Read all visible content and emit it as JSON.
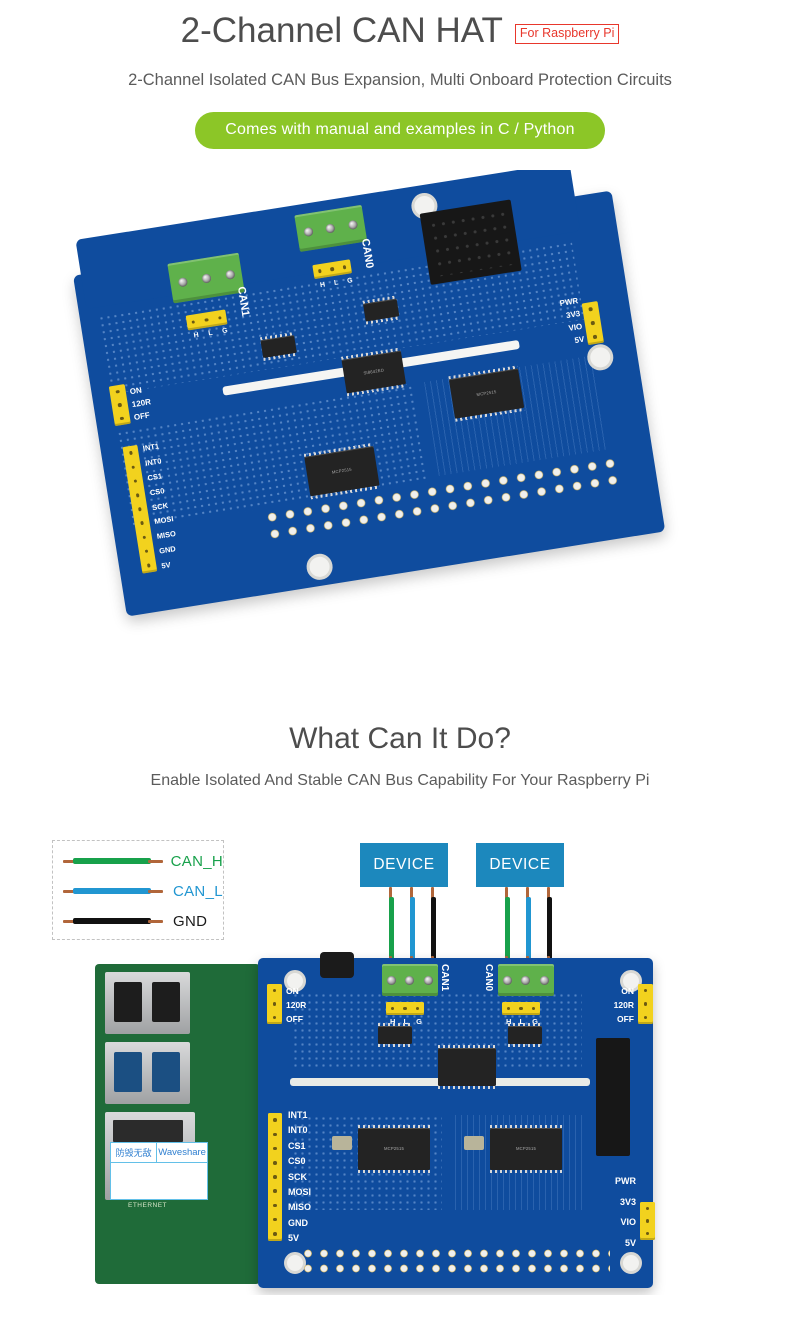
{
  "hero": {
    "title": "2-Channel CAN HAT",
    "badge": "For Raspberry Pi",
    "subtitle": "2-Channel Isolated CAN Bus Expansion, Multi Onboard Protection Circuits",
    "pill": "Comes with manual and examples in C / Python"
  },
  "section2": {
    "heading": "What Can It Do?",
    "subheading": "Enable Isolated And Stable CAN Bus Capability For Your Raspberry Pi"
  },
  "legend": {
    "items": [
      {
        "label": "CAN_H",
        "color": "#18a14b"
      },
      {
        "label": "CAN_L",
        "color": "#2196d1"
      },
      {
        "label": "GND",
        "color": "#111111"
      }
    ]
  },
  "devices": [
    {
      "label": "DEVICE"
    },
    {
      "label": "DEVICE"
    }
  ],
  "board_top": {
    "terminal_labels": [
      "CAN1",
      "CAN0"
    ],
    "pin_row_labels": [
      "H",
      "L",
      "G"
    ],
    "left_pins": [
      "INT1",
      "INT0",
      "CS1",
      "CS0",
      "SCK",
      "MOSI",
      "MISO",
      "GND",
      "5V"
    ],
    "jumper_left": [
      "ON",
      "120R",
      "OFF"
    ],
    "power_pins": [
      "PWR",
      "3V3",
      "VIO",
      "5V"
    ],
    "chips": [
      "SI8642ED",
      "MCP2515",
      "MCP2515"
    ]
  },
  "board_bottom": {
    "terminal_labels": [
      "CAN1",
      "CAN0"
    ],
    "pin_row_labels": [
      "H",
      "L",
      "G"
    ],
    "left_pins": [
      "INT1",
      "INT0",
      "CS1",
      "CS0",
      "SCK",
      "MOSI",
      "MISO",
      "GND",
      "5V"
    ],
    "jumper_left": [
      "ON",
      "120R",
      "OFF"
    ],
    "jumper_right": [
      "ON",
      "120R",
      "OFF"
    ],
    "power_pins": [
      "PWR",
      "3V3",
      "VIO",
      "5V"
    ],
    "chips": [
      "MCP2515",
      "MCP2515"
    ],
    "pi_label_cn": "防毁无敌",
    "pi_label_en": "Waveshare",
    "pi_port_text": "ETHERNET"
  },
  "colors": {
    "accent_green": "#8cc627",
    "badge_red": "#e8372c",
    "device_blue": "#1c88bd",
    "pcb_blue": "#0f4c9e",
    "can_h": "#18a14b",
    "can_l": "#2196d1",
    "gnd": "#111111"
  }
}
